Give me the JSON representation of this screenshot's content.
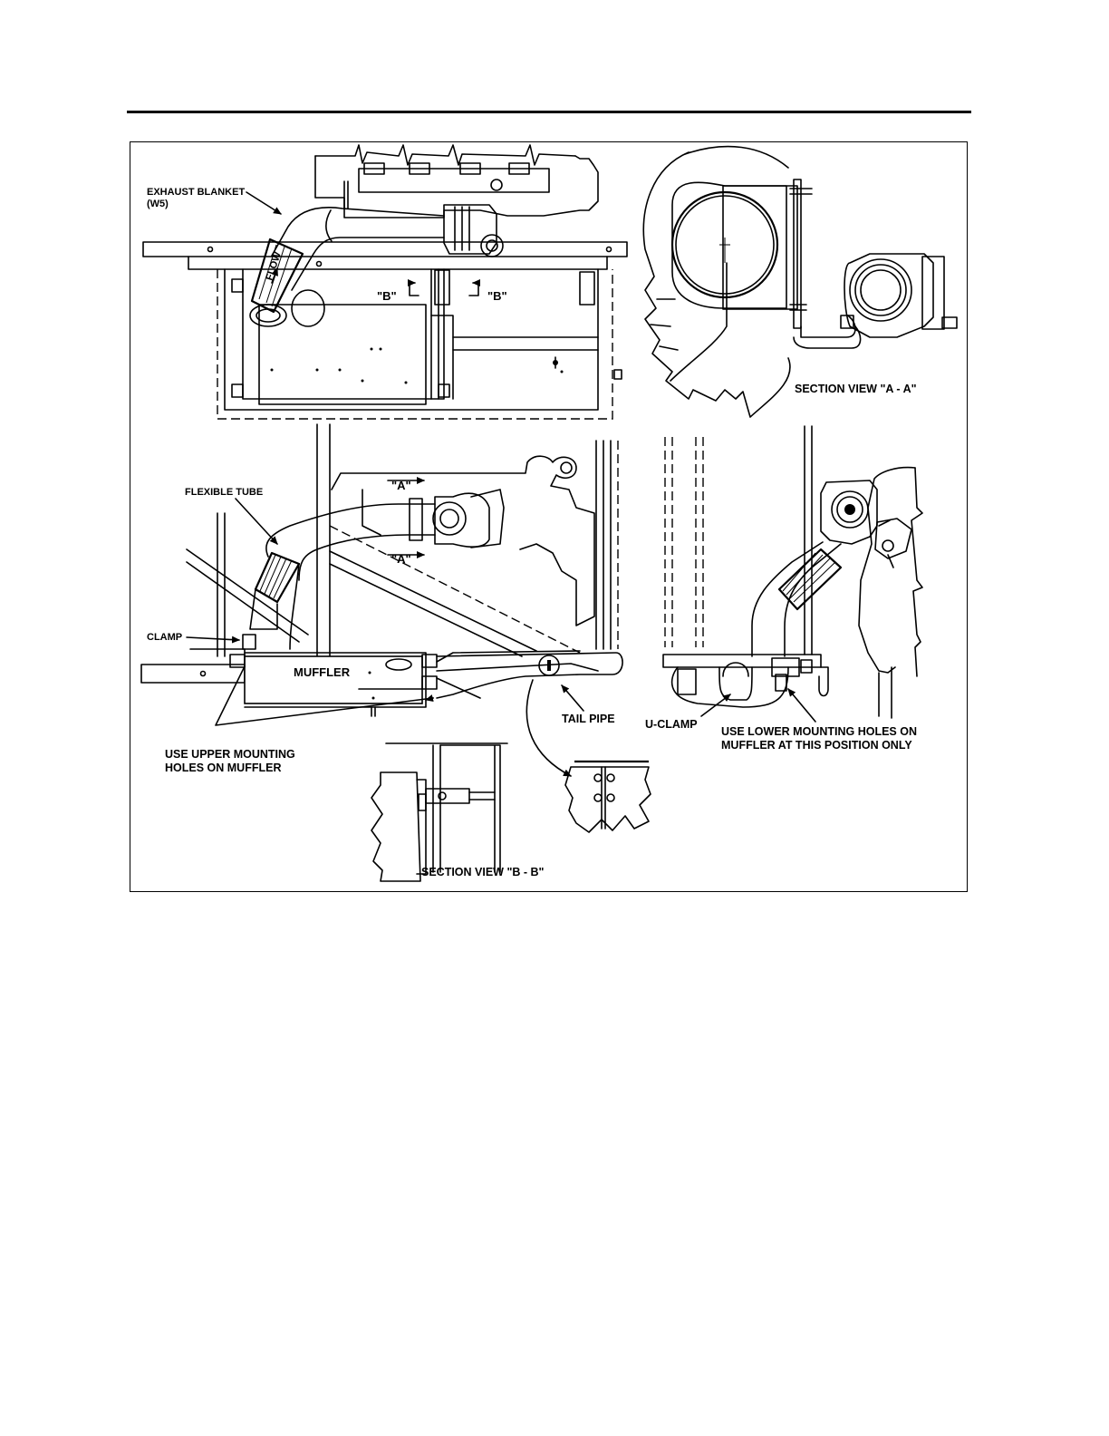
{
  "labels": {
    "exhaust_blanket_line1": "EXHAUST BLANKET",
    "exhaust_blanket_line2": "(W5)",
    "section_b_left": "\"B\"",
    "section_b_right": "\"B\"",
    "section_view_aa": "SECTION VIEW \"A - A\"",
    "flexible_tube": "FLEXIBLE TUBE",
    "section_a_top": "\"A\"",
    "section_a_bottom": "\"A\"",
    "clamp": "CLAMP",
    "muffler": "MUFFLER",
    "tail_pipe": "TAIL PIPE",
    "u_clamp": "U-CLAMP",
    "lower_holes_line1": "USE LOWER MOUNTING HOLES ON",
    "lower_holes_line2": "MUFFLER AT THIS POSITION ONLY",
    "upper_holes_line1": "USE UPPER MOUNTING",
    "upper_holes_line2": "HOLES ON MUFFLER",
    "section_view_bb": "SECTION VIEW \"B - B\"",
    "flow_marking": "FLOW"
  },
  "icons": {
    "arrows": "callout-arrow",
    "curved_arrow": "curved-callout-arrow"
  }
}
